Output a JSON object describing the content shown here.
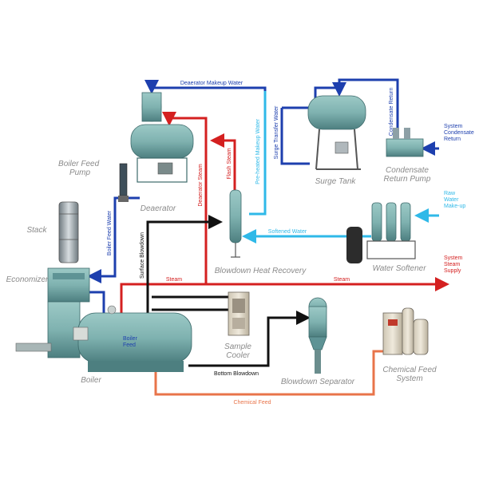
{
  "colors": {
    "steam": "#d42020",
    "blue": "#1d3fae",
    "light_blue": "#2fb9e8",
    "black": "#111111",
    "orange": "#e8744a",
    "equipment": "#7fb2b0",
    "equipment_dark": "#4d7f80",
    "label_gray": "#8a8a8a"
  },
  "equipment": {
    "boiler_feed_pump": "Boiler Feed Pump",
    "deaerator": "Deaerator",
    "stack": "Stack",
    "economizer": "Economizer",
    "boiler": "Boiler",
    "sample_cooler": "Sample Cooler",
    "blowdown_heat_recovery": "Blowdown Heat Recovery",
    "blowdown_separator": "Blowdown Separator",
    "surge_tank": "Surge Tank",
    "condensate_return_pump": "Condensate Return Pump",
    "water_softener": "Water Softener",
    "chemical_feed_system": "Chemical Feed System"
  },
  "flows": {
    "deaerator_makeup_water": "Deaerator Makeup Water",
    "pre_heated_makeup_water": "Pre-heated Makeup Water",
    "surge_transfer_water": "Surge Transfer Water",
    "condensate_return": "Condensate Return",
    "system_condensate_return": "System Condensate Return",
    "raw_water_makeup": "Raw Water Make-up",
    "softened_water": "Softened Water",
    "flash_steam": "Flash Steam",
    "deaerator_steam": "Deaerator Steam",
    "boiler_feed_water": "Boiler Feed Water",
    "surface_blowdown": "Surface Blowdown",
    "steam_1": "Steam",
    "steam_2": "Steam",
    "system_steam_supply": "System Steam Supply",
    "boiler_feed": "Boiler Feed",
    "bottom_blowdown": "Bottom Blowdown",
    "chemical_feed": "Chemical Feed"
  }
}
